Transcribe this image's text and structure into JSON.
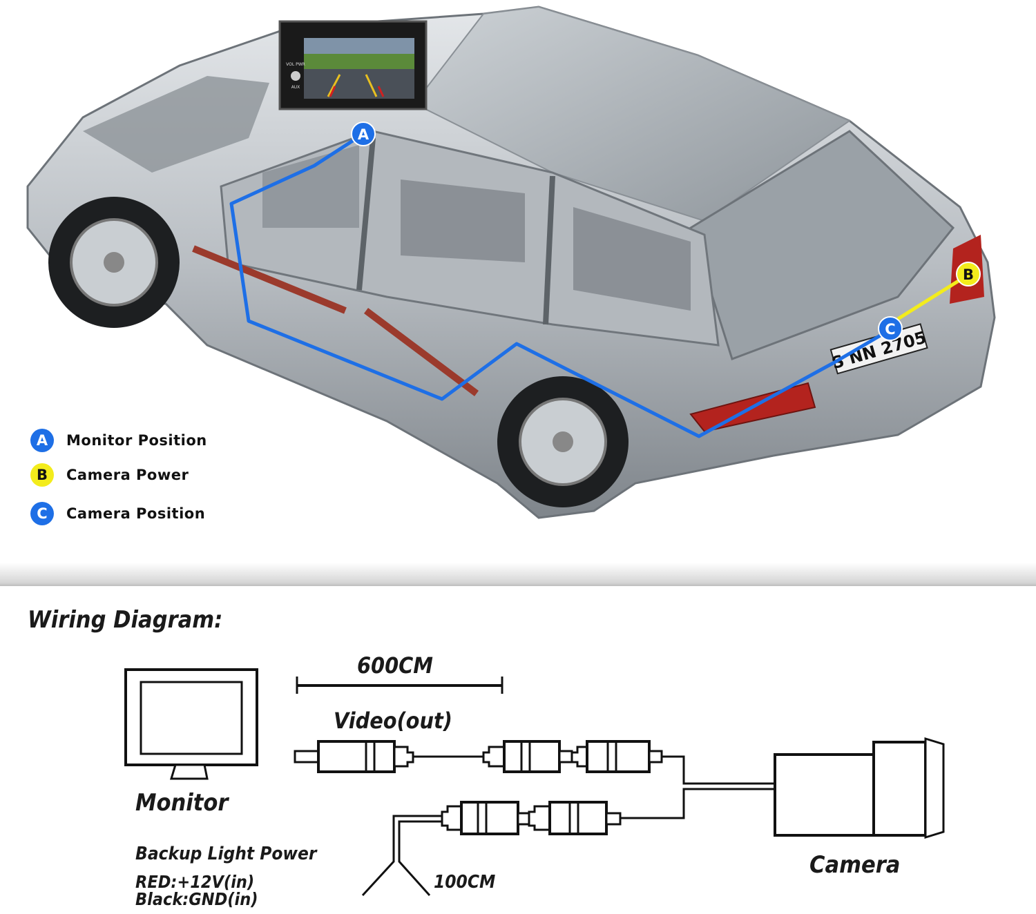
{
  "head_unit": {
    "vol_label": "VOL PWR",
    "aux_label": "AUX"
  },
  "car": {
    "license_plate": "S NN 2705"
  },
  "markers": {
    "a": "A",
    "b": "B",
    "c": "C"
  },
  "colors": {
    "route_blue": "#1e6fe6",
    "power_yellow": "#f3ec1c"
  },
  "legend": [
    {
      "letter": "A",
      "label": "Monitor Position",
      "color": "blue"
    },
    {
      "letter": "B",
      "label": "Camera Power",
      "color": "yellow"
    },
    {
      "letter": "C",
      "label": "Camera Position",
      "color": "blue"
    }
  ],
  "wiring": {
    "title": "Wiring Diagram:",
    "length_main": "600CM",
    "video_label": "Video(out)",
    "monitor_label": "Monitor",
    "camera_label": "Camera",
    "power_title": "Backup Light Power",
    "red_label": "RED:+12V(in)",
    "black_label": "Black:GND(in)",
    "length_power": "100CM"
  }
}
